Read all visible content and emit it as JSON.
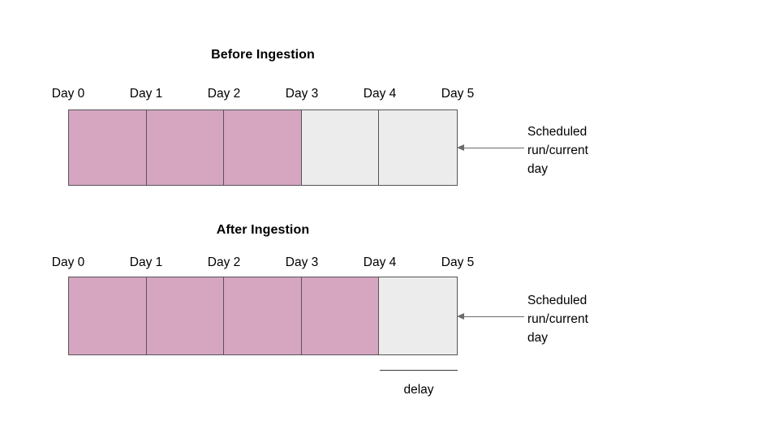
{
  "diagram": {
    "colors": {
      "filled": "#d6a5c0",
      "empty": "#ececec",
      "cell_border": "#55555a",
      "annotation_line": "#6b6b6b",
      "text": "#000000",
      "background": "#ffffff"
    },
    "day_labels": [
      "Day 0",
      "Day 1",
      "Day 2",
      "Day 3",
      "Day 4",
      "Day 5"
    ],
    "sections": [
      {
        "id": "before",
        "title": "Before Ingestion",
        "cells": [
          {
            "day": "Day 0",
            "state": "filled"
          },
          {
            "day": "Day 1",
            "state": "filled"
          },
          {
            "day": "Day 2",
            "state": "filled"
          },
          {
            "day": "Day 3",
            "state": "empty"
          },
          {
            "day": "Day 4",
            "state": "empty"
          }
        ],
        "callout": {
          "text": "Scheduled run/current day",
          "line1": "Scheduled",
          "line2": "run/current",
          "line3": "day"
        }
      },
      {
        "id": "after",
        "title": "After Ingestion",
        "cells": [
          {
            "day": "Day 0",
            "state": "filled"
          },
          {
            "day": "Day 1",
            "state": "filled"
          },
          {
            "day": "Day 2",
            "state": "filled"
          },
          {
            "day": "Day 3",
            "state": "filled"
          },
          {
            "day": "Day 4",
            "state": "empty"
          }
        ],
        "callout": {
          "text": "Scheduled run/current day",
          "line1": "Scheduled",
          "line2": "run/current",
          "line3": "day"
        },
        "bracket": {
          "label": "delay",
          "spans_day": "Day 4"
        }
      }
    ]
  }
}
